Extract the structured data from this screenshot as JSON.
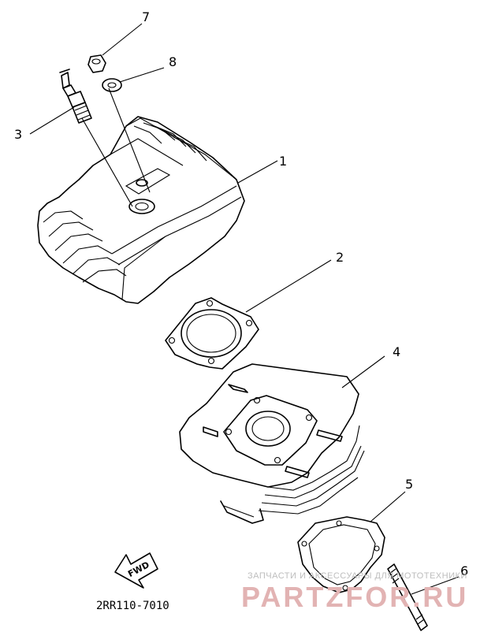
{
  "diagram": {
    "part_numbers": [
      "1",
      "2",
      "3",
      "4",
      "5",
      "6",
      "7",
      "8"
    ],
    "diagram_code": "2RR110-7010",
    "direction_label": "FWD"
  },
  "watermark": {
    "small_text": "ЗАПЧАСТИ И АКСЕССУАРЫ ДЛЯ МОТОТЕХНИКИ",
    "logo_text": "PARTZFOR.RU"
  }
}
